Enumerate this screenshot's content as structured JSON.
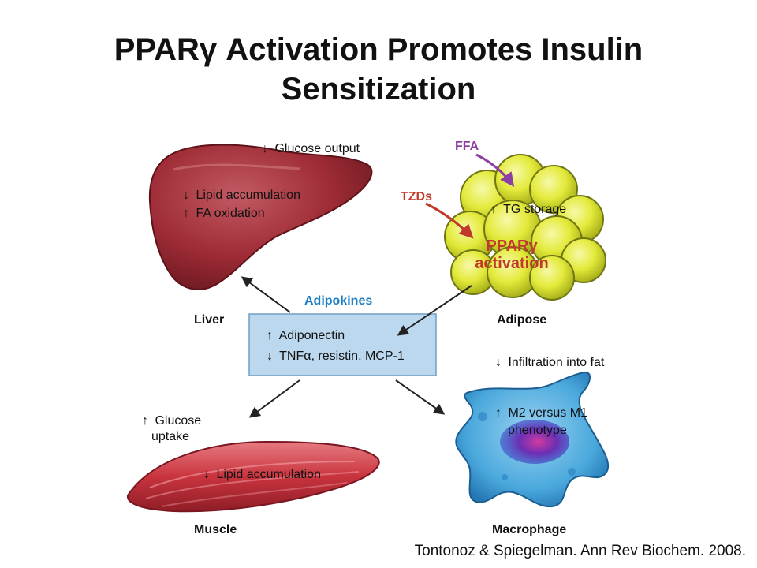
{
  "slide": {
    "title_line1": "PPARγ Activation Promotes Insulin",
    "title_line2": "Sensitization",
    "citation": "Tontonoz & Spiegelman. Ann Rev Biochem. 2008."
  },
  "symbols": {
    "down": "↓",
    "up": "↑"
  },
  "organs": {
    "liver": {
      "name": "Liver",
      "glucose_output": "Glucose output",
      "lipid_accumulation": "Lipid accumulation",
      "fa_oxidation": "FA oxidation"
    },
    "adipose": {
      "name": "Adipose",
      "ffa": "FFA",
      "tzds": "TZDs",
      "tg_storage": "TG storage",
      "ppar_line1": "PPARγ",
      "ppar_line2": "activation"
    },
    "muscle": {
      "name": "Muscle",
      "glucose_line1": "Glucose",
      "glucose_line2": "uptake",
      "lipid_accumulation": "Lipid accumulation"
    },
    "macrophage": {
      "name": "Macrophage",
      "infiltration": "Infiltration into fat",
      "m2_line1": "M2 versus M1",
      "m2_line2": "phenotype"
    }
  },
  "adipokines": {
    "header": "Adipokines",
    "adiponectin": "Adiponectin",
    "tnf": "TNFα, resistin, MCP-1"
  },
  "colors": {
    "liver": "#9e2b35",
    "adipose": "#e3ea3a",
    "muscle": "#c9343e",
    "macrophage": "#4aa8dc",
    "adipokine_box": "#bcd8ee",
    "ffa_arrow": "#8e3fa3",
    "tzd_arrow": "#c0392b",
    "adipokine_header": "#1a7fc4"
  }
}
